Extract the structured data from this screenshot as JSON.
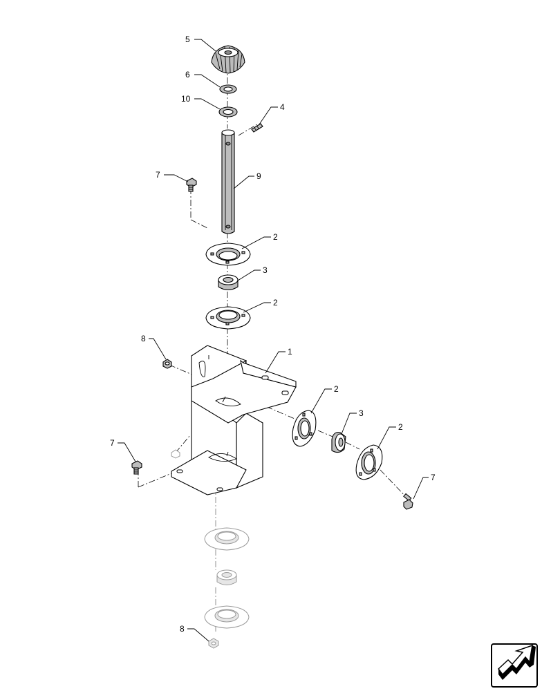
{
  "callouts": [
    {
      "id": "c5",
      "label": "5"
    },
    {
      "id": "c6",
      "label": "6"
    },
    {
      "id": "c10",
      "label": "10"
    },
    {
      "id": "c4",
      "label": "4"
    },
    {
      "id": "c7a",
      "label": "7"
    },
    {
      "id": "c9",
      "label": "9"
    },
    {
      "id": "c2a",
      "label": "2"
    },
    {
      "id": "c3a",
      "label": "3"
    },
    {
      "id": "c2b",
      "label": "2"
    },
    {
      "id": "c8a",
      "label": "8"
    },
    {
      "id": "c1",
      "label": "1"
    },
    {
      "id": "c2c",
      "label": "2"
    },
    {
      "id": "c3b",
      "label": "3"
    },
    {
      "id": "c2d",
      "label": "2"
    },
    {
      "id": "c7b",
      "label": "7"
    },
    {
      "id": "c7c",
      "label": "7"
    },
    {
      "id": "c8b",
      "label": "8"
    }
  ],
  "nav_icon": "return-arrow-icon"
}
